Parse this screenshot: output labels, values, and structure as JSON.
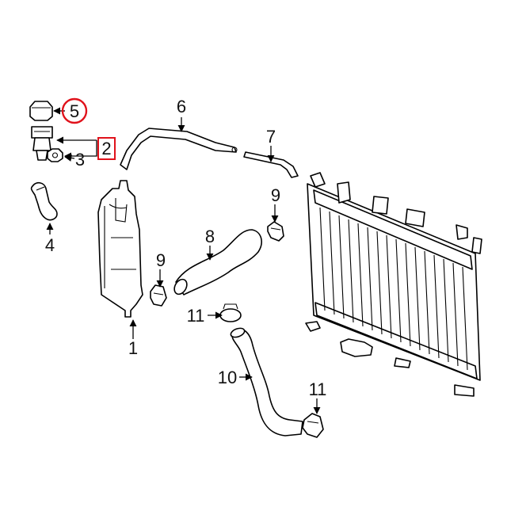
{
  "callouts": {
    "c1": "1",
    "c2": "2",
    "c3": "3",
    "c4": "4",
    "c5": "5",
    "c6": "6",
    "c7": "7",
    "c8": "8",
    "c9a": "9",
    "c9b": "9",
    "c10": "10",
    "c11a": "11",
    "c11b": "11"
  },
  "highlight": {
    "circle_color": "#e0121b",
    "box_color": "#e0121b"
  }
}
